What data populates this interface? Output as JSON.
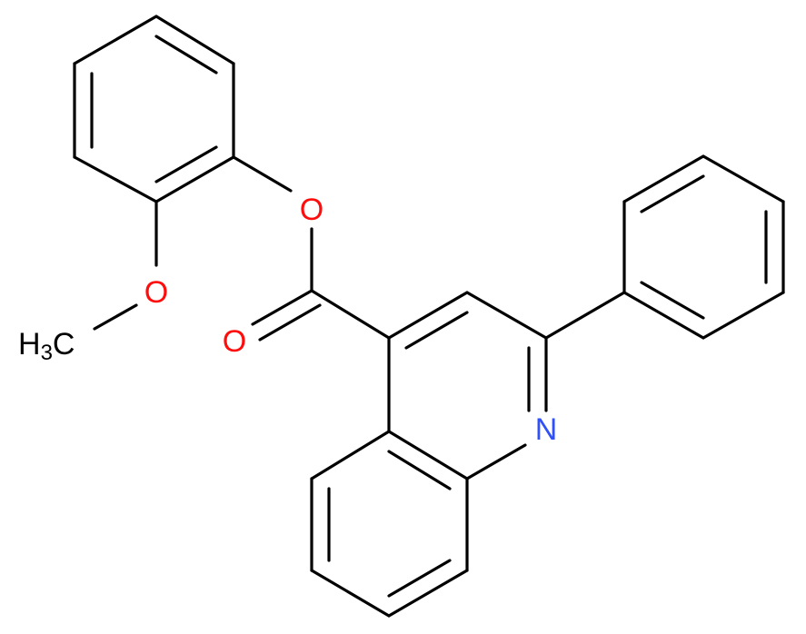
{
  "colors": {
    "carbon_bond": "#000000",
    "oxygen": "#ff0d0d",
    "nitrogen": "#3050f8",
    "carbon_label": "#000000",
    "background": "#ffffff"
  },
  "atoms": {
    "ester_oxygen": "O",
    "carbonyl_oxygen": "O",
    "methoxy_oxygen": "O",
    "ring_nitrogen": "N",
    "methyl_group": {
      "prefix": "H",
      "subscript": "3",
      "suffix": "C"
    }
  }
}
